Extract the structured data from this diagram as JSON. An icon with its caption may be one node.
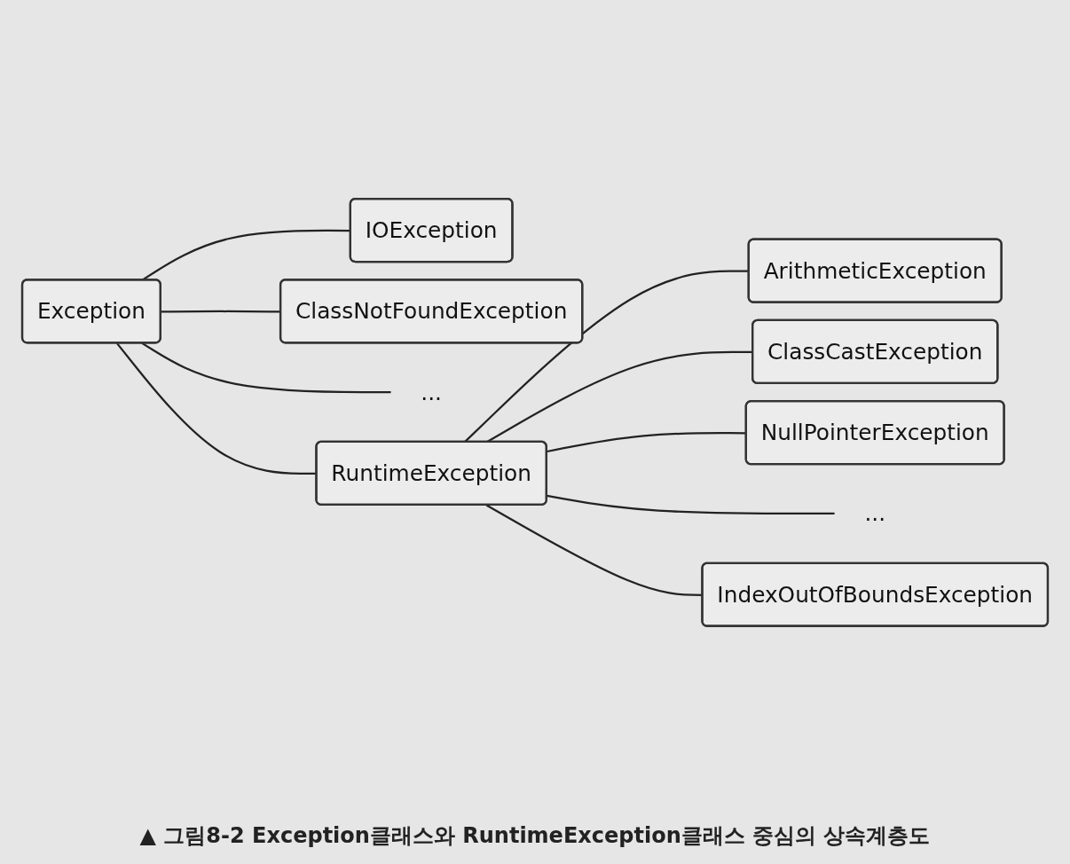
{
  "diagram": {
    "caption": "▲ 그림8-2 Exception클래스와 RuntimeException클래스 중심의 상속계층도",
    "nodes": [
      {
        "text": [
          "Exception"
        ]
      },
      {
        "text": [
          "IOException"
        ]
      },
      {
        "text": [
          "ClassNotFoundException"
        ]
      },
      {
        "text": [
          "..."
        ]
      },
      {
        "text": [
          "RuntimeException"
        ]
      },
      {
        "text": [
          "ArithmeticException"
        ]
      },
      {
        "text": [
          "ClassCastException"
        ]
      },
      {
        "text": [
          "NullPointerException"
        ]
      },
      {
        "text": [
          "..."
        ]
      },
      {
        "text": [
          "IndexOutOfBoundsException"
        ]
      }
    ],
    "edges": [
      {
        "from": 0,
        "to": 1,
        "arrow": "none"
      },
      {
        "from": 0,
        "to": 2,
        "arrow": "none"
      },
      {
        "from": 0,
        "to": 3,
        "arrow": "none"
      },
      {
        "from": 0,
        "to": 4,
        "arrow": "none"
      },
      {
        "from": 4,
        "to": 5,
        "arrow": "none"
      },
      {
        "from": 4,
        "to": 6,
        "arrow": "none"
      },
      {
        "from": 4,
        "to": 7,
        "arrow": "none"
      },
      {
        "from": 4,
        "to": 8,
        "arrow": "none"
      },
      {
        "from": 4,
        "to": 9,
        "arrow": "none"
      }
    ]
  }
}
